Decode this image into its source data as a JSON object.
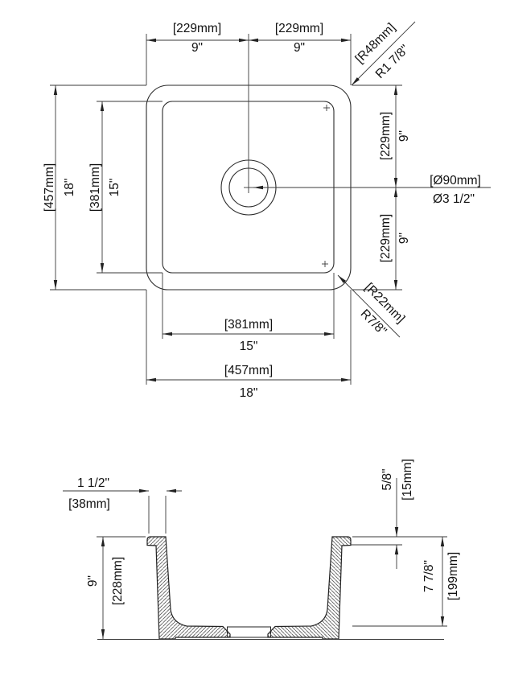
{
  "drawing": {
    "plan": {
      "top": {
        "left_mm": "[229mm]",
        "left_in": "9\"",
        "right_mm": "[229mm]",
        "right_in": "9\""
      },
      "left": {
        "outer_mm": "[457mm]",
        "outer_in": "18\"",
        "inner_mm": "[381mm]",
        "inner_in": "15\""
      },
      "right": {
        "top_mm": "[229mm]",
        "top_in": "9\"",
        "bottom_mm": "[229mm]",
        "bottom_in": "9\""
      },
      "bottom": {
        "inner_mm": "[381mm]",
        "inner_in": "15\"",
        "outer_mm": "[457mm]",
        "outer_in": "18\""
      },
      "drain": {
        "mm": "[Ø90mm]",
        "inch": "Ø3 1/2\""
      },
      "corner_outer": {
        "mm": "[R48mm]",
        "inch": "R1 7/8\""
      },
      "corner_inner": {
        "mm": "[R22mm]",
        "inch": "R7/8\""
      }
    },
    "section": {
      "reveal": {
        "inch": "1 1/2\"",
        "mm": "[38mm]"
      },
      "rim": {
        "inch": "5/8\"",
        "mm": "[15mm]"
      },
      "overall_depth": {
        "inch": "9\"",
        "mm": "[228mm]"
      },
      "bowl_depth": {
        "inch": "7 7/8\"",
        "mm": "[199mm]"
      }
    }
  }
}
